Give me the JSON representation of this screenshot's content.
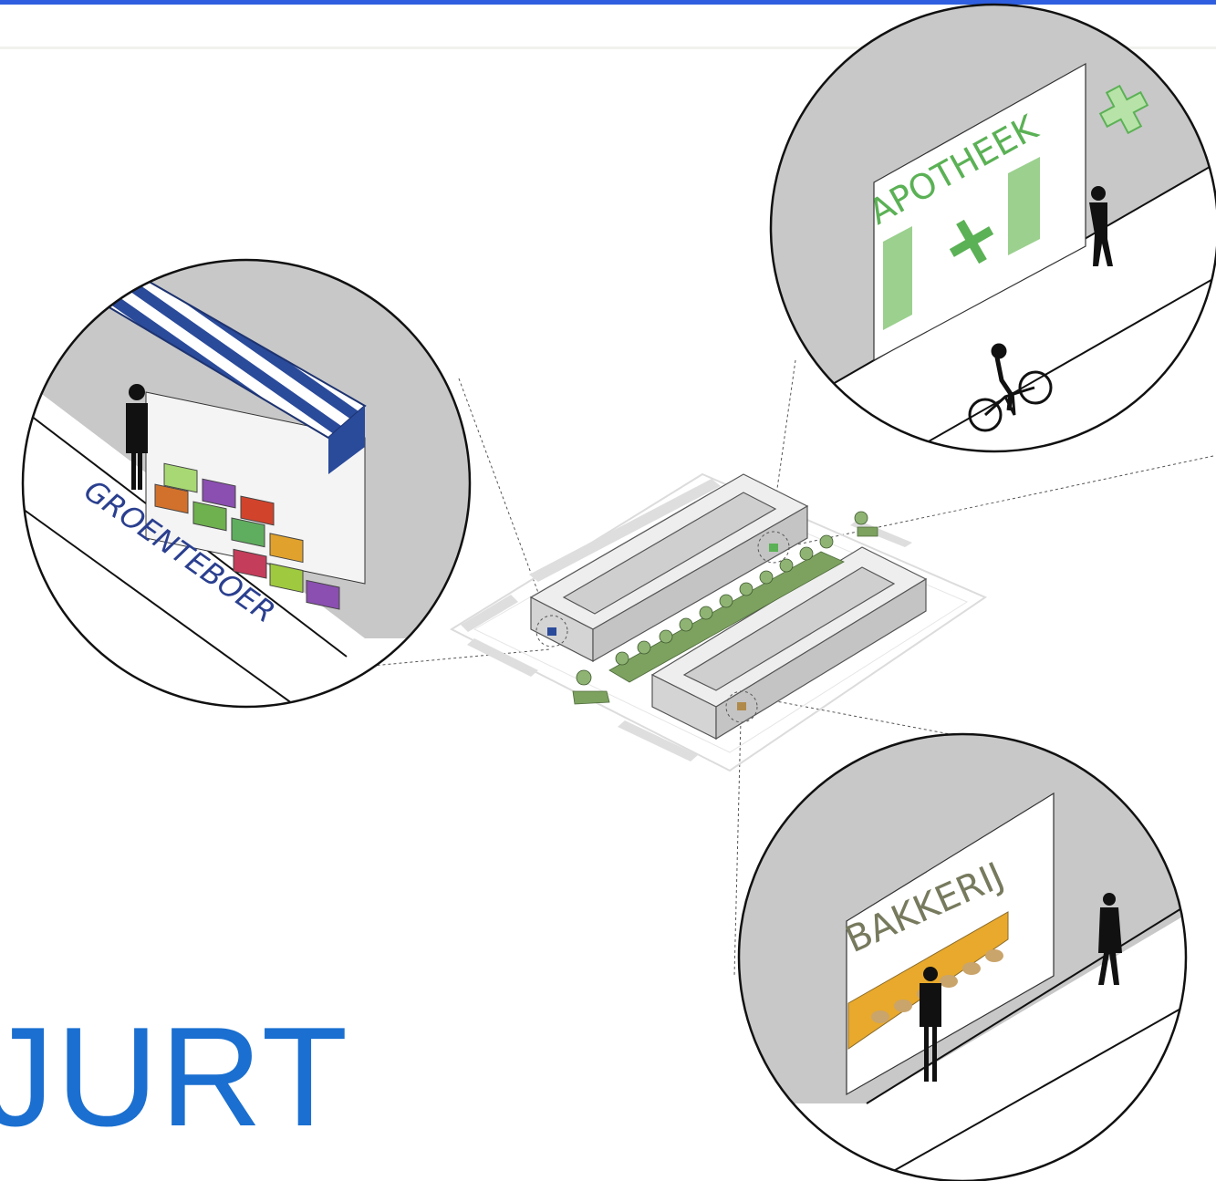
{
  "header": {
    "accent_color": "#2f5fe0"
  },
  "title": {
    "text": "JURT",
    "color": "#1a6fd0"
  },
  "callouts": {
    "groenteboer": {
      "label": "GROENTEBOER",
      "label_color": "#2a3f8f",
      "awning_color": "#2a4a9a"
    },
    "apotheek": {
      "label": "APOTHEEK",
      "label_color": "#5bb155",
      "sign_panel_color": "#9bd08e"
    },
    "bakkerij": {
      "label": "BAKKERIJ",
      "label_color": "#777a5d",
      "display_color": "#e8a92c"
    }
  },
  "colors": {
    "wall": "#c8c8c8",
    "street": "#ffffff",
    "block": "#d9d9d9",
    "green": "#7da15f"
  }
}
